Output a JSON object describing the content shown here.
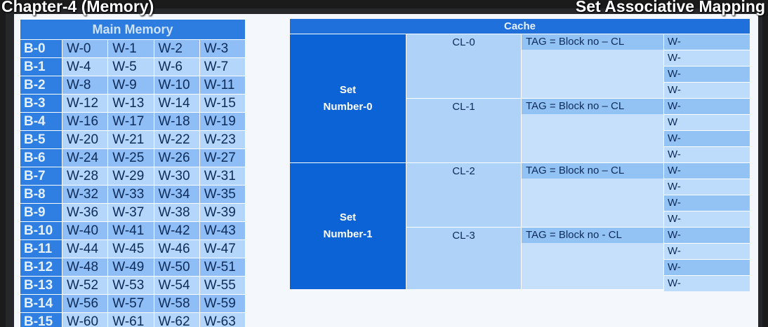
{
  "header": {
    "left_title": "Chapter-4 (Memory)",
    "right_title": "Set Associative Mapping"
  },
  "main_memory": {
    "title": "Main Memory",
    "rows": [
      {
        "block": "B-0",
        "words": [
          "W-0",
          "W-1",
          "W-2",
          "W-3"
        ]
      },
      {
        "block": "B-1",
        "words": [
          "W-4",
          "W-5",
          "W-6",
          "W-7"
        ]
      },
      {
        "block": "B-2",
        "words": [
          "W-8",
          "W-9",
          "W-10",
          "W-11"
        ]
      },
      {
        "block": "B-3",
        "words": [
          "W-12",
          "W-13",
          "W-14",
          "W-15"
        ]
      },
      {
        "block": "B-4",
        "words": [
          "W-16",
          "W-17",
          "W-18",
          "W-19"
        ]
      },
      {
        "block": "B-5",
        "words": [
          "W-20",
          "W-21",
          "W-22",
          "W-23"
        ]
      },
      {
        "block": "B-6",
        "words": [
          "W-24",
          "W-25",
          "W-26",
          "W-27"
        ]
      },
      {
        "block": "B-7",
        "words": [
          "W-28",
          "W-29",
          "W-30",
          "W-31"
        ]
      },
      {
        "block": "B-8",
        "words": [
          "W-32",
          "W-33",
          "W-34",
          "W-35"
        ]
      },
      {
        "block": "B-9",
        "words": [
          "W-36",
          "W-37",
          "W-38",
          "W-39"
        ]
      },
      {
        "block": "B-10",
        "words": [
          "W-40",
          "W-41",
          "W-42",
          "W-43"
        ]
      },
      {
        "block": "B-11",
        "words": [
          "W-44",
          "W-45",
          "W-46",
          "W-47"
        ]
      },
      {
        "block": "B-12",
        "words": [
          "W-48",
          "W-49",
          "W-50",
          "W-51"
        ]
      },
      {
        "block": "B-13",
        "words": [
          "W-52",
          "W-53",
          "W-54",
          "W-55"
        ]
      },
      {
        "block": "B-14",
        "words": [
          "W-56",
          "W-57",
          "W-58",
          "W-59"
        ]
      },
      {
        "block": "B-15",
        "words": [
          "W-60",
          "W-61",
          "W-62",
          "W-63"
        ]
      }
    ]
  },
  "cache": {
    "title": "Cache",
    "sets": [
      {
        "label_line1": "Set",
        "label_line2": "Number-0"
      },
      {
        "label_line1": "Set",
        "label_line2": "Number-1"
      }
    ],
    "lines": [
      {
        "name": "CL-0",
        "tag": "TAG = Block no – CL",
        "words": [
          "W-",
          "W-",
          "W-",
          "W-"
        ]
      },
      {
        "name": "CL-1",
        "tag": "TAG = Block no – CL",
        "words": [
          "W-",
          "W",
          "W-",
          "W-"
        ]
      },
      {
        "name": "CL-2",
        "tag": "TAG = Block no – CL",
        "words": [
          "W-",
          "W-",
          "W-",
          "W-"
        ]
      },
      {
        "name": "CL-3",
        "tag": "TAG = Block no - CL",
        "words": [
          "W-",
          "W-",
          "W-",
          "W-"
        ]
      }
    ]
  }
}
